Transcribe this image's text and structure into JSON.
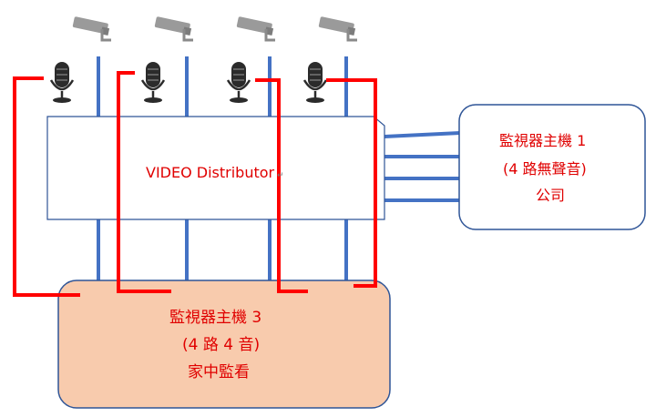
{
  "distributor": {
    "label": "VIDEO Distributor"
  },
  "host1": {
    "line1": "監視器主機 1",
    "line2": "(4 路無聲音)",
    "line3": "公司"
  },
  "host3": {
    "line1": "監視器主機 3",
    "line2": "(4 路 4 音)",
    "line3": "家中監看"
  },
  "colors": {
    "video_line": "#4472c4",
    "audio_line": "#ff0000",
    "host1_border": "#2f5597",
    "host3_fill": "#f8cbad",
    "host3_border": "#2f5597",
    "label_text": "#e00000"
  }
}
